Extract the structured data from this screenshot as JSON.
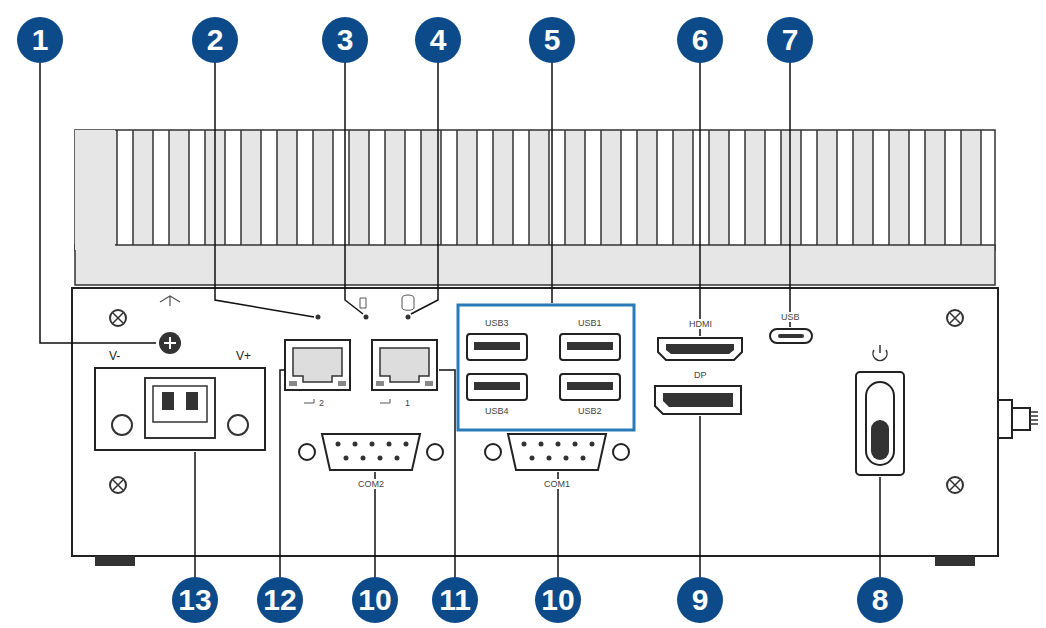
{
  "diagram": {
    "labels": [
      "1",
      "2",
      "3",
      "4",
      "5",
      "6",
      "7",
      "V-",
      "V+",
      "2",
      "1",
      "USB3",
      "USB1",
      "USB4",
      "USB2",
      "HDMI",
      "DP",
      "USB",
      "COM2",
      "COM1",
      "13",
      "12",
      "10",
      "11",
      "10",
      "9",
      "8"
    ]
  }
}
